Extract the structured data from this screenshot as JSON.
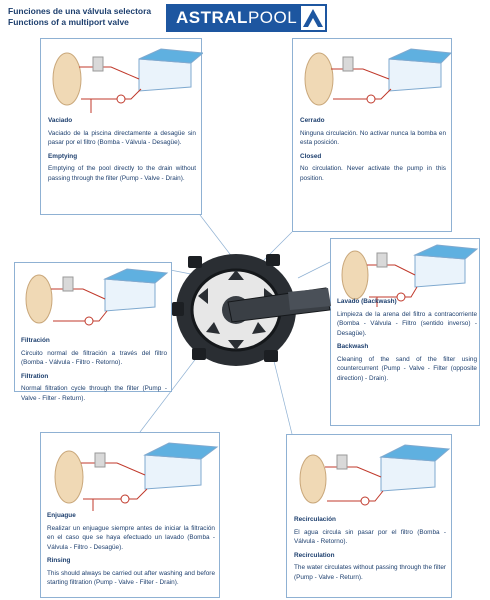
{
  "header": {
    "title_es": "Funciones de una válvula selectora",
    "title_en": "Functions of a multiport valve",
    "brand_bold": "ASTRAL",
    "brand_light": "POOL"
  },
  "panels": {
    "vaciado": {
      "title_es": "Vaciado",
      "desc_es": "Vaciado de la piscina directamente a desagüe sin pasar por el filtro (Bomba - Válvula - Desagüe).",
      "title_en": "Emptying",
      "desc_en": "Emptying of the pool directly to the drain without passing through the filter (Pump - Valve - Drain)."
    },
    "cerrado": {
      "title_es": "Cerrado",
      "desc_es": "Ninguna circulación. No activar nunca la bomba en esta posición.",
      "title_en": "Closed",
      "desc_en": "No circulation. Never activate the pump in this position."
    },
    "filtracion": {
      "title_es": "Filtración",
      "desc_es": "Circuito normal de filtración a través del filtro (Bomba - Válvula - Filtro - Retorno).",
      "title_en": "Filtration",
      "desc_en": "Normal filtration cycle through the filter (Pump - Valve - Filter - Return)."
    },
    "lavado": {
      "title_es": "Lavado (Backwash)",
      "desc_es": "Limpieza de la arena del filtro a contracorriente (Bomba - Válvula - Filtro (sentido inverso) - Desagüe).",
      "title_en": "Backwash",
      "desc_en": "Cleaning of the sand of the filter using countercurrent (Pump - Valve - Filter (opposite direction) - Drain)."
    },
    "enjuague": {
      "title_es": "Enjuague",
      "desc_es": "Realizar un enjuague siempre antes de iniciar la filtración en el caso que se haya efectuado un lavado (Bomba - Válvula - Filtro - Desagüe).",
      "title_en": "Rinsing",
      "desc_en": "This should always be carried out after washing and before starting filtration (Pump - Valve - Filter - Drain)."
    },
    "recirculacion": {
      "title_es": "Recirculación",
      "desc_es": "El agua circula sin pasar por el filtro (Bomba - Válvula - Retorno).",
      "title_en": "Recirculation",
      "desc_en": "The water circulates without passing through the filter (Pump - Valve - Return)."
    }
  },
  "colors": {
    "brand": "#1d56a0",
    "text": "#1d3f6e",
    "panel_border": "#8fb1d3",
    "pipe": "#c0392b",
    "pool_top": "#5fb0e0",
    "filter": "#f0d9b5",
    "valve_body": "#2a2e33"
  }
}
